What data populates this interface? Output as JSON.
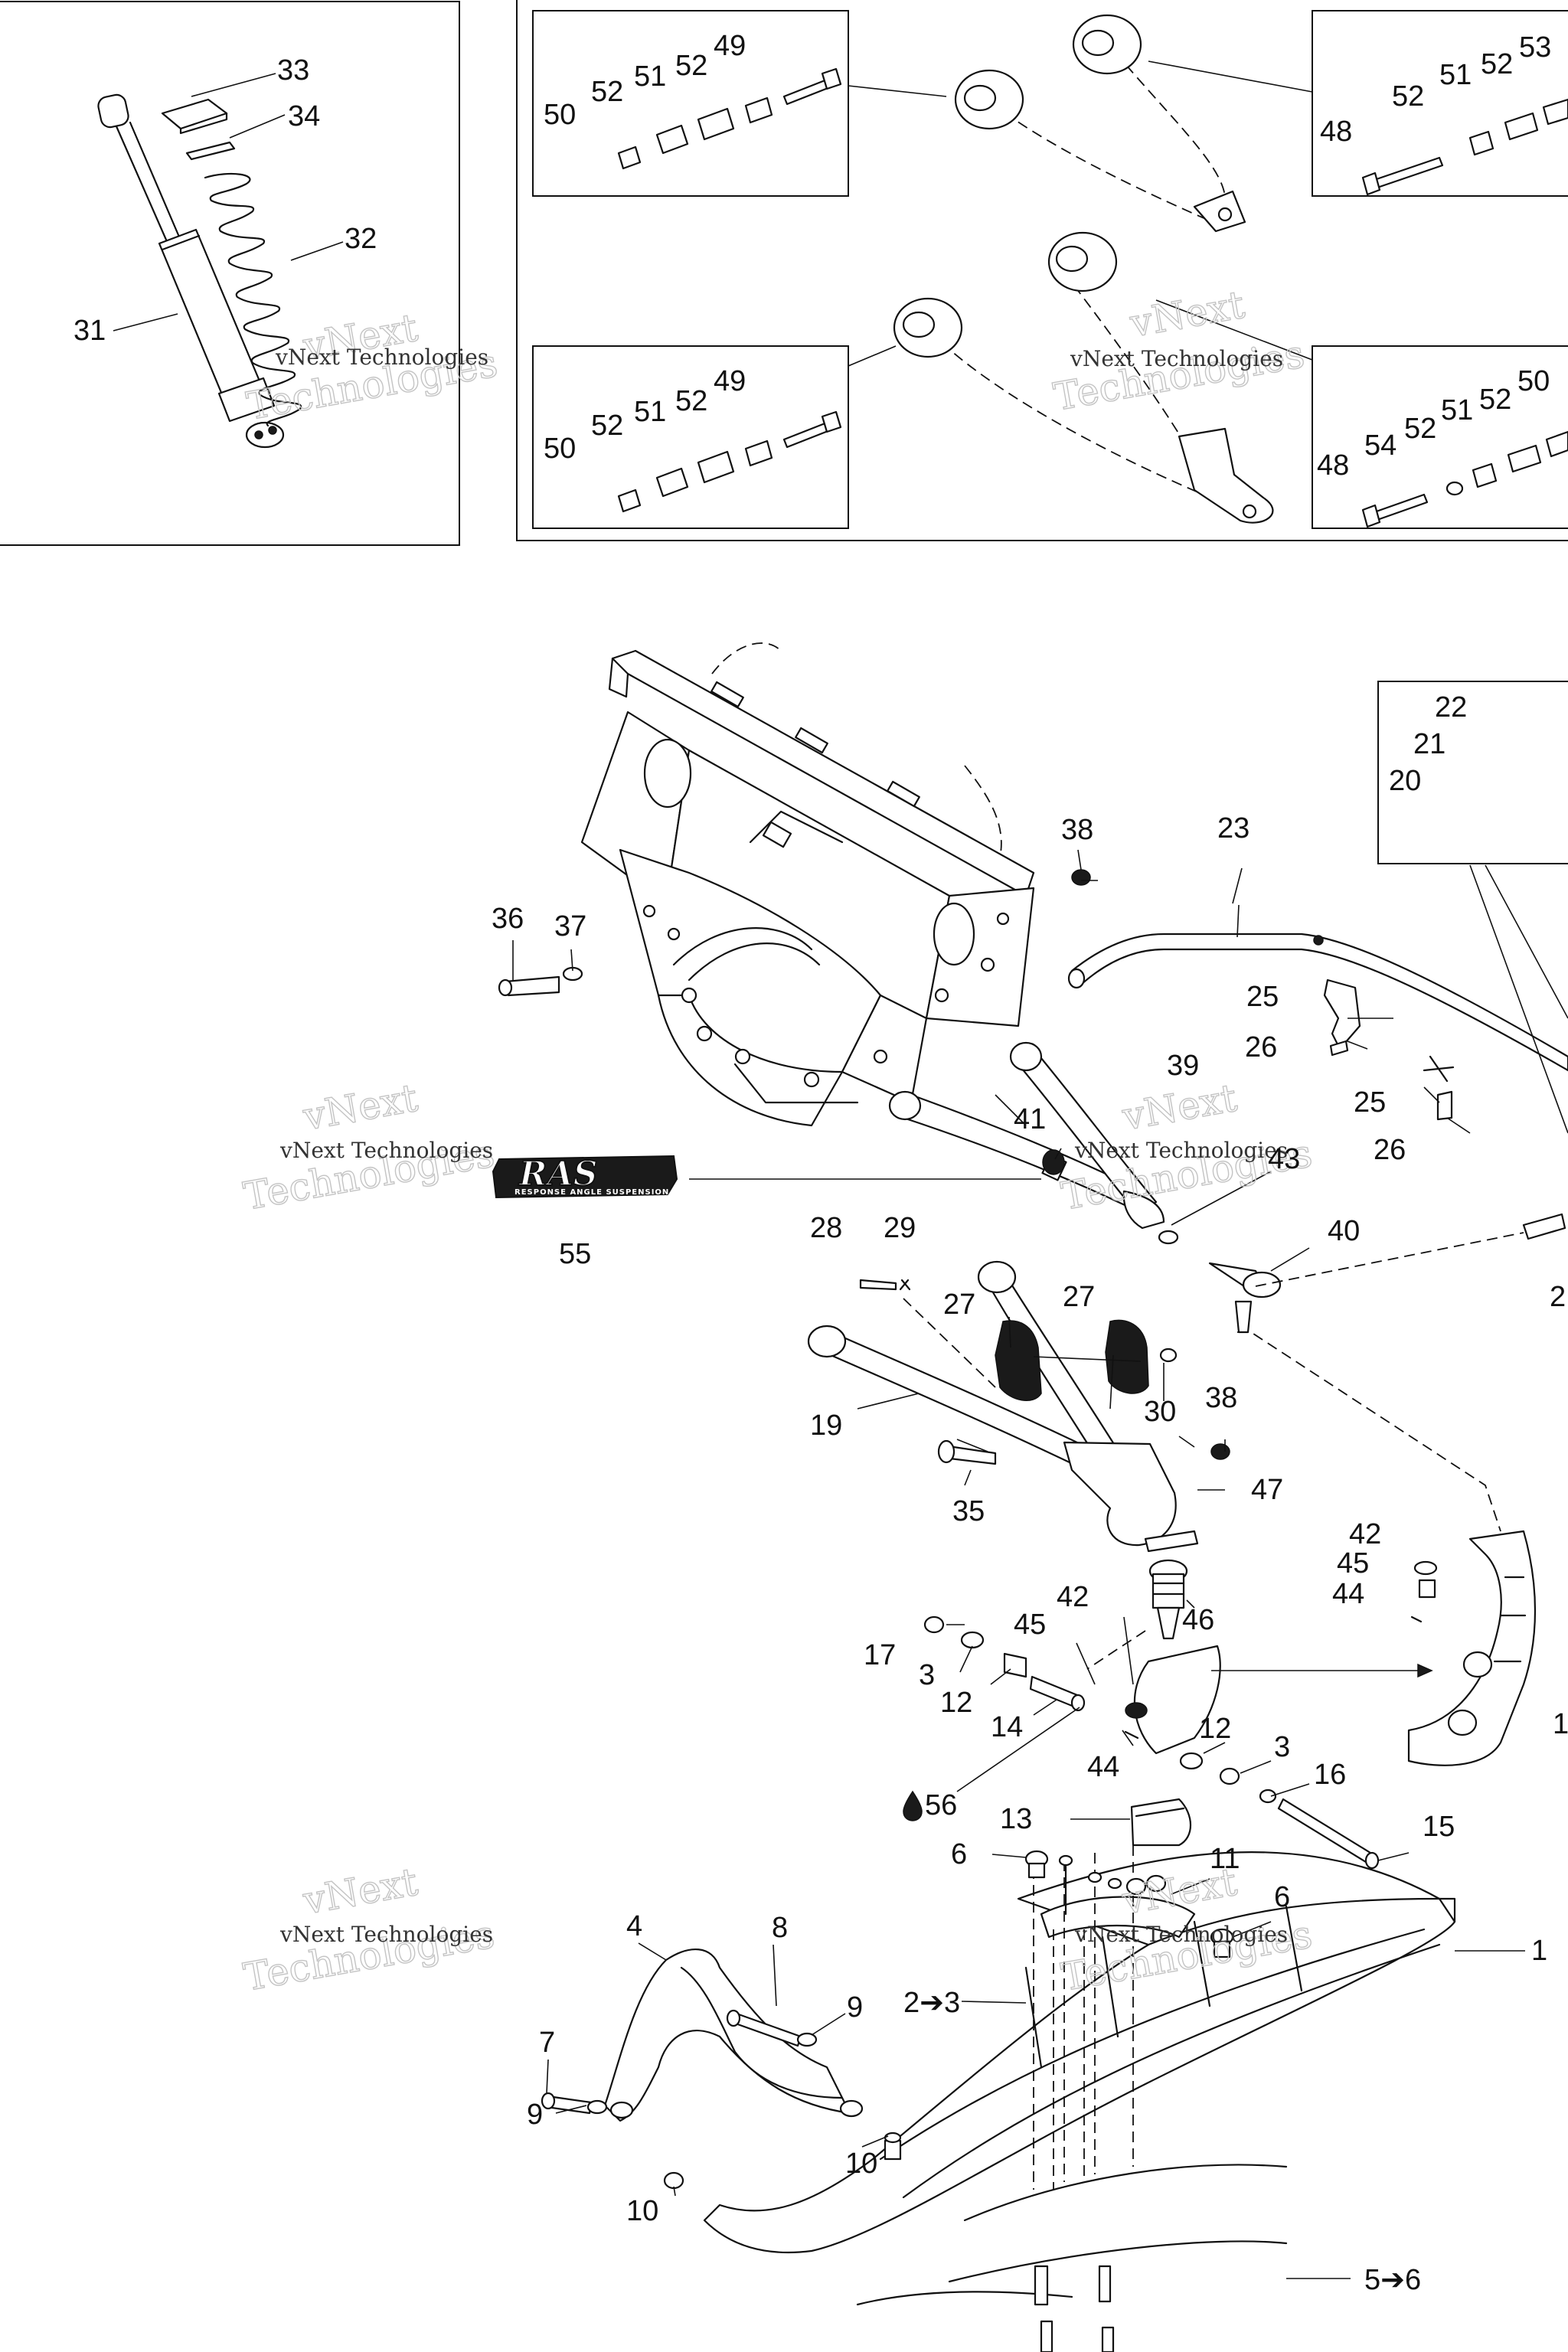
{
  "diagram": {
    "watermark": {
      "line1": "vNext",
      "line2": "Technologies",
      "inline": "vNext Technologies"
    },
    "logo": {
      "main": "RAS",
      "sub": "RESPONSE ANGLE SUSPENSION"
    },
    "callouts": {
      "c1": "1",
      "c2to3": "2➔3",
      "c3a": "3",
      "c3b": "3",
      "c4": "4",
      "c5to6": "5➔6",
      "c6a": "6",
      "c6b": "6",
      "c7": "7",
      "c8": "8",
      "c9a": "9",
      "c9b": "9",
      "c10a": "10",
      "c10b": "10",
      "c11": "11",
      "c12a": "12",
      "c12b": "12",
      "c13": "13",
      "c14": "14",
      "c15": "15",
      "c16": "16",
      "c17": "17",
      "c18": "1",
      "c19": "19",
      "c20": "20",
      "c21": "21",
      "c22": "22",
      "c23": "23",
      "c24": "2",
      "c25a": "25",
      "c25b": "25",
      "c26a": "26",
      "c26b": "26",
      "c27a": "27",
      "c27b": "27",
      "c28": "28",
      "c29": "29",
      "c30": "30",
      "c31": "31",
      "c32": "32",
      "c33": "33",
      "c34": "34",
      "c35": "35",
      "c36": "36",
      "c37": "37",
      "c38a": "38",
      "c38b": "38",
      "c39": "39",
      "c40": "40",
      "c41": "41",
      "c42a": "42",
      "c42b": "42",
      "c43": "43",
      "c44a": "44",
      "c44b": "44",
      "c45a": "45",
      "c45b": "45",
      "c46": "46",
      "c47": "47",
      "c55": "55",
      "c56": "56",
      "b1_50": "50",
      "b1_52a": "52",
      "b1_51": "51",
      "b1_52b": "52",
      "b1_49": "49",
      "b2_48": "48",
      "b2_52a": "52",
      "b2_51": "51",
      "b2_52b": "52",
      "b2_53": "53",
      "b3_50": "50",
      "b3_52a": "52",
      "b3_51": "51",
      "b3_52b": "52",
      "b3_49": "49",
      "b4_48": "48",
      "b4_54": "54",
      "b4_52a": "52",
      "b4_51": "51",
      "b4_52b": "52",
      "b4_50": "50"
    }
  }
}
